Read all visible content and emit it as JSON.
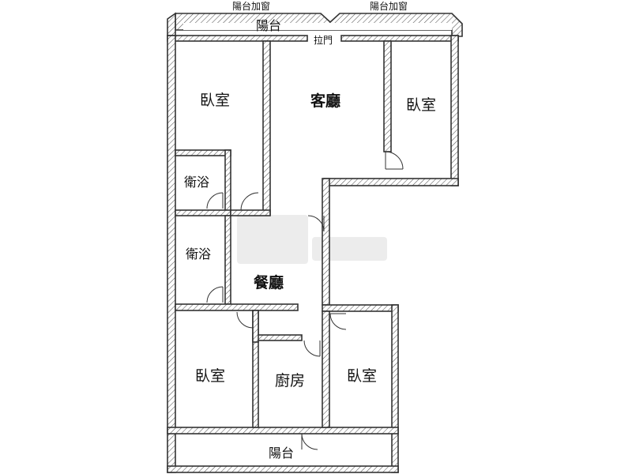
{
  "balcony_windows": {
    "left_label": "陽台加窗",
    "right_label": "陽台加窗"
  },
  "top_balcony": {
    "label": "陽台"
  },
  "sliding_door": {
    "label": "拉門"
  },
  "rooms": {
    "bedroom_top_left": "臥室",
    "living_room": "客廳",
    "bedroom_top_right": "臥室",
    "bathroom_upper": "衛浴",
    "bathroom_lower": "衛浴",
    "dining_room": "餐廳",
    "bedroom_bottom_left": "臥室",
    "kitchen": "廚房",
    "bedroom_bottom_right": "臥室"
  },
  "bottom_balcony": {
    "label": "陽台"
  }
}
